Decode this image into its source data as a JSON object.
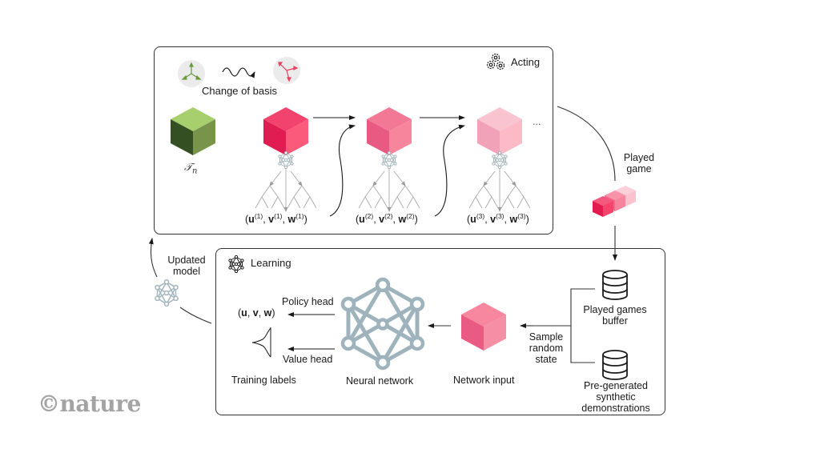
{
  "acting": {
    "title": "Acting",
    "icon": "gears-icon",
    "change_of_basis_label": "Change of basis",
    "tensor_label": "𝒯",
    "tensor_subscript": "n",
    "ellipsis": "...",
    "steps": [
      {
        "u": "u",
        "v": "v",
        "w": "w",
        "index": "(1)"
      },
      {
        "u": "u",
        "v": "v",
        "w": "w",
        "index": "(2)"
      },
      {
        "u": "u",
        "v": "v",
        "w": "w",
        "index": "(3)"
      }
    ],
    "colors": {
      "cube_green": "#a8cf6e",
      "cube_step1": "#f0396b",
      "cube_step2": "#f27896",
      "cube_step3": "#f7b6c7",
      "basis_green": "#6a9a3e",
      "basis_red": "#e8405f"
    }
  },
  "played_game": {
    "label_line1": "Played",
    "label_line2": "game"
  },
  "learning": {
    "title": "Learning",
    "icon": "neural-network-icon",
    "policy_head_label": "Policy head",
    "value_head_label": "Value head",
    "policy_output": {
      "u": "u",
      "v": "v",
      "w": "w"
    },
    "training_labels": "Training labels",
    "neural_network_label": "Neural network",
    "network_input_label": "Network input",
    "sample_label_lines": [
      "Sample",
      "random",
      "state"
    ],
    "buffer_label_lines": [
      "Played games",
      "buffer"
    ],
    "demos_label_lines": [
      "Pre-generated",
      "synthetic",
      "demonstrations"
    ],
    "colors": {
      "network": "#9fb3bc",
      "input_cube": "#f4829f"
    }
  },
  "updated_model": {
    "label_line1": "Updated",
    "label_line2": "model"
  },
  "branding": {
    "copyright_symbol": "©",
    "logo_text": "nature"
  }
}
